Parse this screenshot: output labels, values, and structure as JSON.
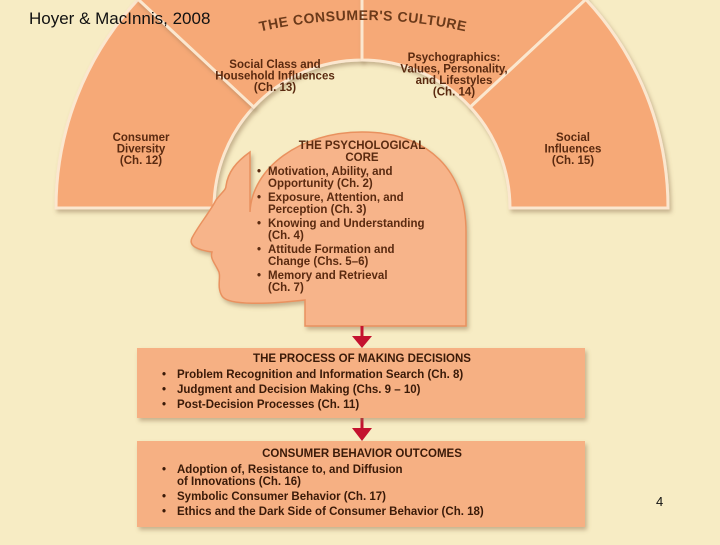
{
  "credit": "Hoyer & MacInnis, 2008",
  "page_number": "4",
  "culture_title": "THE CONSUMER'S CULTURE",
  "segments": [
    {
      "lines": [
        "Consumer",
        "Diversity",
        "(Ch. 12)"
      ]
    },
    {
      "lines": [
        "Social Class and",
        "Household Influences",
        "(Ch. 13)"
      ]
    },
    {
      "lines": [
        "Psychographics:",
        "Values, Personality,",
        "and Lifestyles",
        "(Ch. 14)"
      ]
    },
    {
      "lines": [
        "Social",
        "Influences",
        "(Ch. 15)"
      ]
    }
  ],
  "core": {
    "title_lines": [
      "THE PSYCHOLOGICAL",
      "CORE"
    ],
    "items": [
      [
        "Motivation, Ability, and",
        "Opportunity (Ch. 2)"
      ],
      [
        "Exposure, Attention, and",
        "Perception (Ch. 3)"
      ],
      [
        "Knowing and Understanding",
        "(Ch. 4)"
      ],
      [
        "Attitude Formation and",
        "Change (Chs. 5–6)"
      ],
      [
        "Memory and Retrieval",
        "(Ch. 7)"
      ]
    ]
  },
  "decisions": {
    "title": "THE PROCESS OF MAKING DECISIONS",
    "items": [
      [
        "Problem Recognition and Information Search (Ch. 8)"
      ],
      [
        "Judgment and Decision Making (Chs. 9 – 10)"
      ],
      [
        "Post-Decision Processes (Ch. 11)"
      ]
    ]
  },
  "outcomes": {
    "title": "CONSUMER BEHAVIOR OUTCOMES",
    "items": [
      [
        "Adoption of, Resistance to, and Diffusion",
        "of Innovations (Ch. 16)"
      ],
      [
        "Symbolic Consumer Behavior (Ch. 17)"
      ],
      [
        "Ethics and the Dark Side of Consumer Behavior (Ch. 18)"
      ]
    ]
  },
  "colors": {
    "background": "#f7ecc4",
    "segment_fill": "#f6a977",
    "core_fill": "#f7b48a",
    "box_fill": "#f6b083",
    "arrow": "#c4122f"
  }
}
